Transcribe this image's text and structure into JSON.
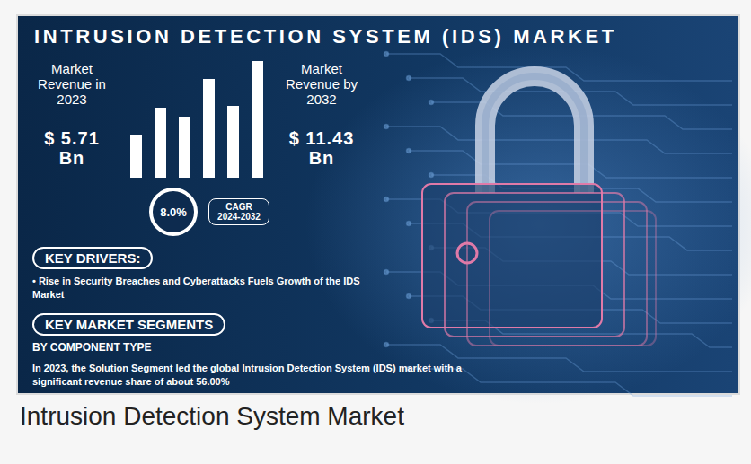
{
  "diagram": {
    "title": "INTRUSION DETECTION SYSTEM (IDS) MARKET",
    "caption": "Intrusion Detection System Market",
    "nodes": [
      {
        "text": [
          "8.0%"
        ]
      },
      {
        "text": [
          "CAGR 2024-2032"
        ]
      },
      {
        "text": [
          "KEY DRIVERS:"
        ]
      },
      {
        "text": [
          "KEY MARKET SEGMENTS"
        ]
      }
    ],
    "labels": [
      "Market Revenue in 2023",
      "$ 5.71 Bn",
      "Market Revenue by 2032",
      "$ 11.43 Bn",
      "• Rise in Security Breaches and Cyberattacks Fuels Growth of the IDS Market",
      "BY COMPONENT TYPE",
      "In 2023, the Solution Segment led the global Intrusion Detection System (IDS) market with a significant revenue share of about 56.00%"
    ]
  }
}
